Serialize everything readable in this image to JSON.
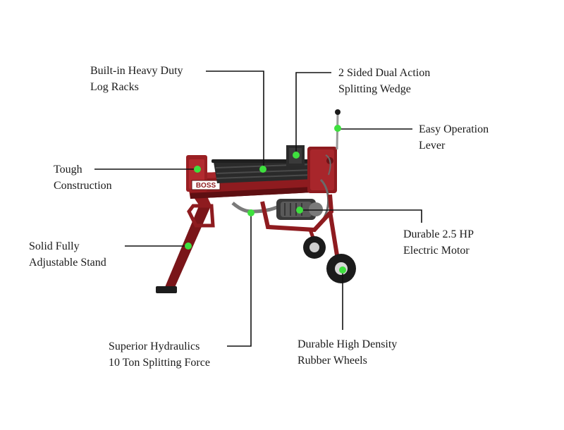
{
  "product": {
    "brand": "BOSS"
  },
  "features": [
    {
      "id": "racks",
      "lines": [
        "Built-in Heavy Duty",
        "Log Racks"
      ]
    },
    {
      "id": "wedge",
      "lines": [
        "2 Sided Dual Action",
        "Splitting Wedge"
      ]
    },
    {
      "id": "lever",
      "lines": [
        "Easy Operation",
        "Lever"
      ]
    },
    {
      "id": "tough",
      "lines": [
        "Tough",
        "Construction"
      ]
    },
    {
      "id": "motor",
      "lines": [
        "Durable 2.5 HP",
        "Electric Motor"
      ]
    },
    {
      "id": "stand",
      "lines": [
        "Solid Fully",
        "Adjustable Stand"
      ]
    },
    {
      "id": "hyd",
      "lines": [
        "Superior Hydraulics",
        "10 Ton Splitting Force"
      ]
    },
    {
      "id": "wheels",
      "lines": [
        "Durable High Density",
        "Rubber Wheels"
      ]
    }
  ],
  "colors": {
    "frame": "#8e1b1f",
    "frame_dark": "#5e0f12",
    "marker": "#3ee03e",
    "leader": "#111111",
    "text": "#1a1a1a"
  }
}
